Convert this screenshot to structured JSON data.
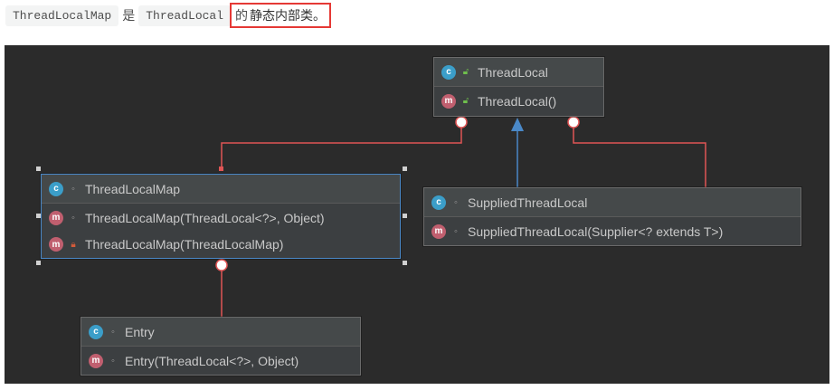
{
  "caption": {
    "code1": "ThreadLocalMap",
    "word1": "是",
    "code2": "ThreadLocal",
    "text_plain": "的",
    "text_highlight": "静态内部类。"
  },
  "diagram": {
    "colors": {
      "background": "#2b2b2b",
      "inner_link": "#e05555",
      "inherit_arrow": "#4a88c7",
      "selection": "#4a88c7"
    },
    "thread_local": {
      "name": "ThreadLocal",
      "icon": "class-icon",
      "members": [
        {
          "name": "ThreadLocal()",
          "icon": "method-icon",
          "visibility": "public"
        }
      ]
    },
    "thread_local_map": {
      "name": "ThreadLocalMap",
      "icon": "class-icon",
      "visibility": "package",
      "selected": true,
      "members": [
        {
          "name": "ThreadLocalMap(ThreadLocal<?>, Object)",
          "icon": "method-icon",
          "visibility": "package"
        },
        {
          "name": "ThreadLocalMap(ThreadLocalMap)",
          "icon": "method-icon",
          "visibility": "private"
        }
      ]
    },
    "supplied_thread_local": {
      "name": "SuppliedThreadLocal",
      "icon": "static-class-icon",
      "visibility": "package",
      "members": [
        {
          "name": "SuppliedThreadLocal(Supplier<? extends T>)",
          "icon": "method-icon",
          "visibility": "package"
        }
      ]
    },
    "entry": {
      "name": "Entry",
      "icon": "static-class-icon",
      "visibility": "package",
      "members": [
        {
          "name": "Entry(ThreadLocal<?>, Object)",
          "icon": "method-icon",
          "visibility": "package"
        }
      ]
    }
  }
}
